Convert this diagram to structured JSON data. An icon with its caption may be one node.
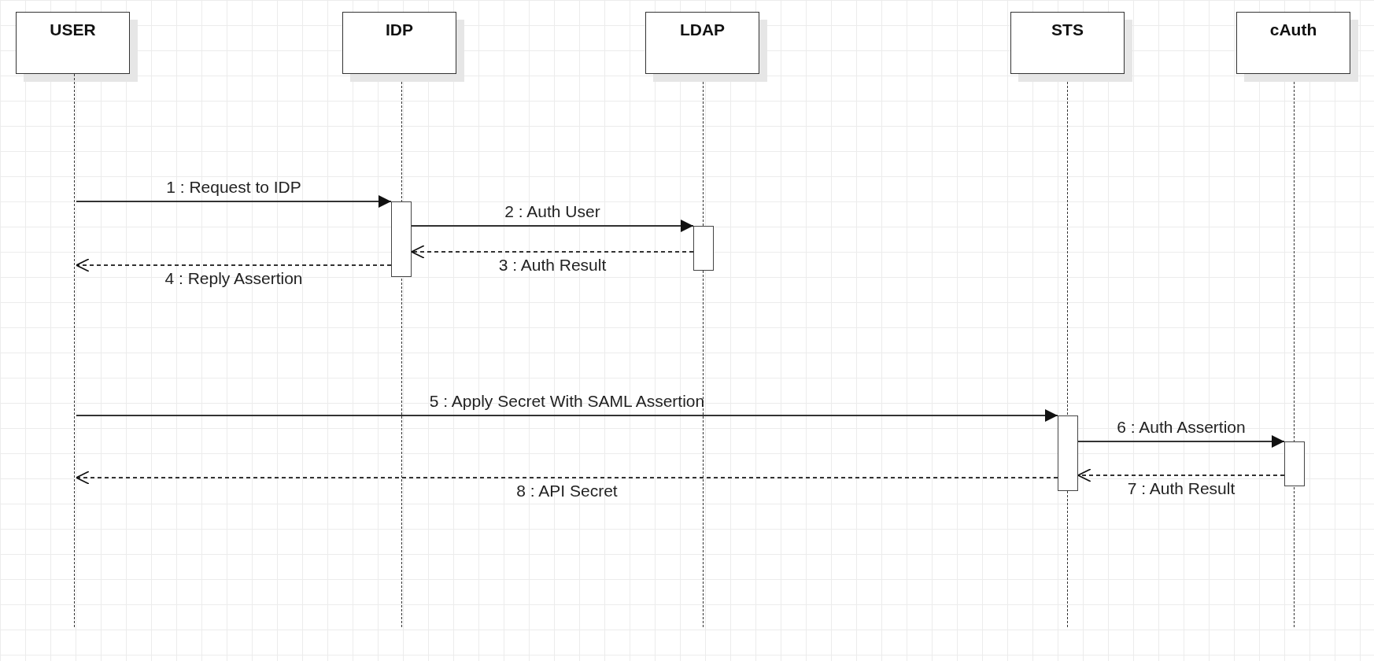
{
  "diagram": {
    "nodes": [
      {
        "text": [
          "USER"
        ]
      },
      {
        "text": [
          "IDP"
        ]
      },
      {
        "text": [
          "LDAP"
        ]
      },
      {
        "text": [
          "STS"
        ]
      },
      {
        "text": [
          "cAuth"
        ]
      },
      {
        "text": [],
        "shape": "line"
      },
      {
        "text": [],
        "shape": "bar"
      },
      {
        "text": [],
        "shape": "bar"
      },
      {
        "text": [],
        "shape": "bar"
      },
      {
        "text": [],
        "shape": "bar"
      }
    ],
    "edges": [
      {
        "from": 5,
        "to": 6,
        "arrow": "to",
        "label": "1 : Request to IDP"
      },
      {
        "from": 6,
        "to": 7,
        "arrow": "to",
        "label": "2 : Auth User"
      },
      {
        "from": 7,
        "to": 6,
        "arrow": "to",
        "label": "3 : Auth Result",
        "style": "dashed"
      },
      {
        "from": 6,
        "to": 5,
        "arrow": "to",
        "label": "4 : Reply Assertion",
        "style": "dashed"
      },
      {
        "from": 5,
        "to": 8,
        "arrow": "to",
        "label": "5 : Apply Secret With SAML Assertion"
      },
      {
        "from": 8,
        "to": 9,
        "arrow": "to",
        "label": "6 : Auth Assertion"
      },
      {
        "from": 9,
        "to": 8,
        "arrow": "to",
        "label": "7 : Auth Result",
        "style": "dashed"
      },
      {
        "from": 8,
        "to": 5,
        "arrow": "to",
        "label": "8 : API Secret",
        "style": "dashed"
      }
    ]
  }
}
